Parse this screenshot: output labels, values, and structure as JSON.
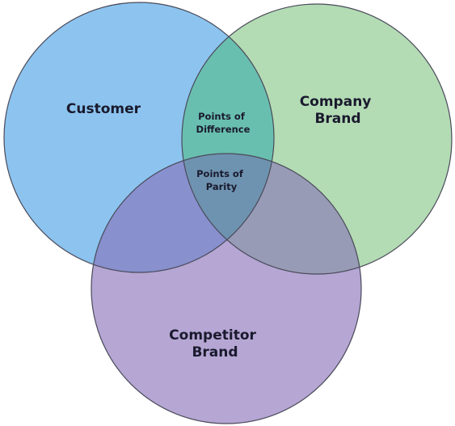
{
  "sets": [
    {
      "id": "customer",
      "label_lines": [
        "Customer"
      ],
      "fill": "#8cc4ef"
    },
    {
      "id": "company",
      "label_lines": [
        "Company",
        "Brand"
      ],
      "fill": "#b3dbb4"
    },
    {
      "id": "competitor",
      "label_lines": [
        "Competitor",
        "Brand"
      ],
      "fill": "#b5a6d3"
    }
  ],
  "overlaps": {
    "customer_company": {
      "label_lines": [
        "Points of",
        "Difference"
      ],
      "fill": "#69bfaf"
    },
    "customer_competitor": {
      "fill": "#8890ce"
    },
    "company_competitor": {
      "fill": "#989bb5"
    },
    "all": {
      "label_lines": [
        "Points of",
        "Parity"
      ],
      "fill": "#6e93b0"
    }
  },
  "outline_color": "#4a4a5a"
}
